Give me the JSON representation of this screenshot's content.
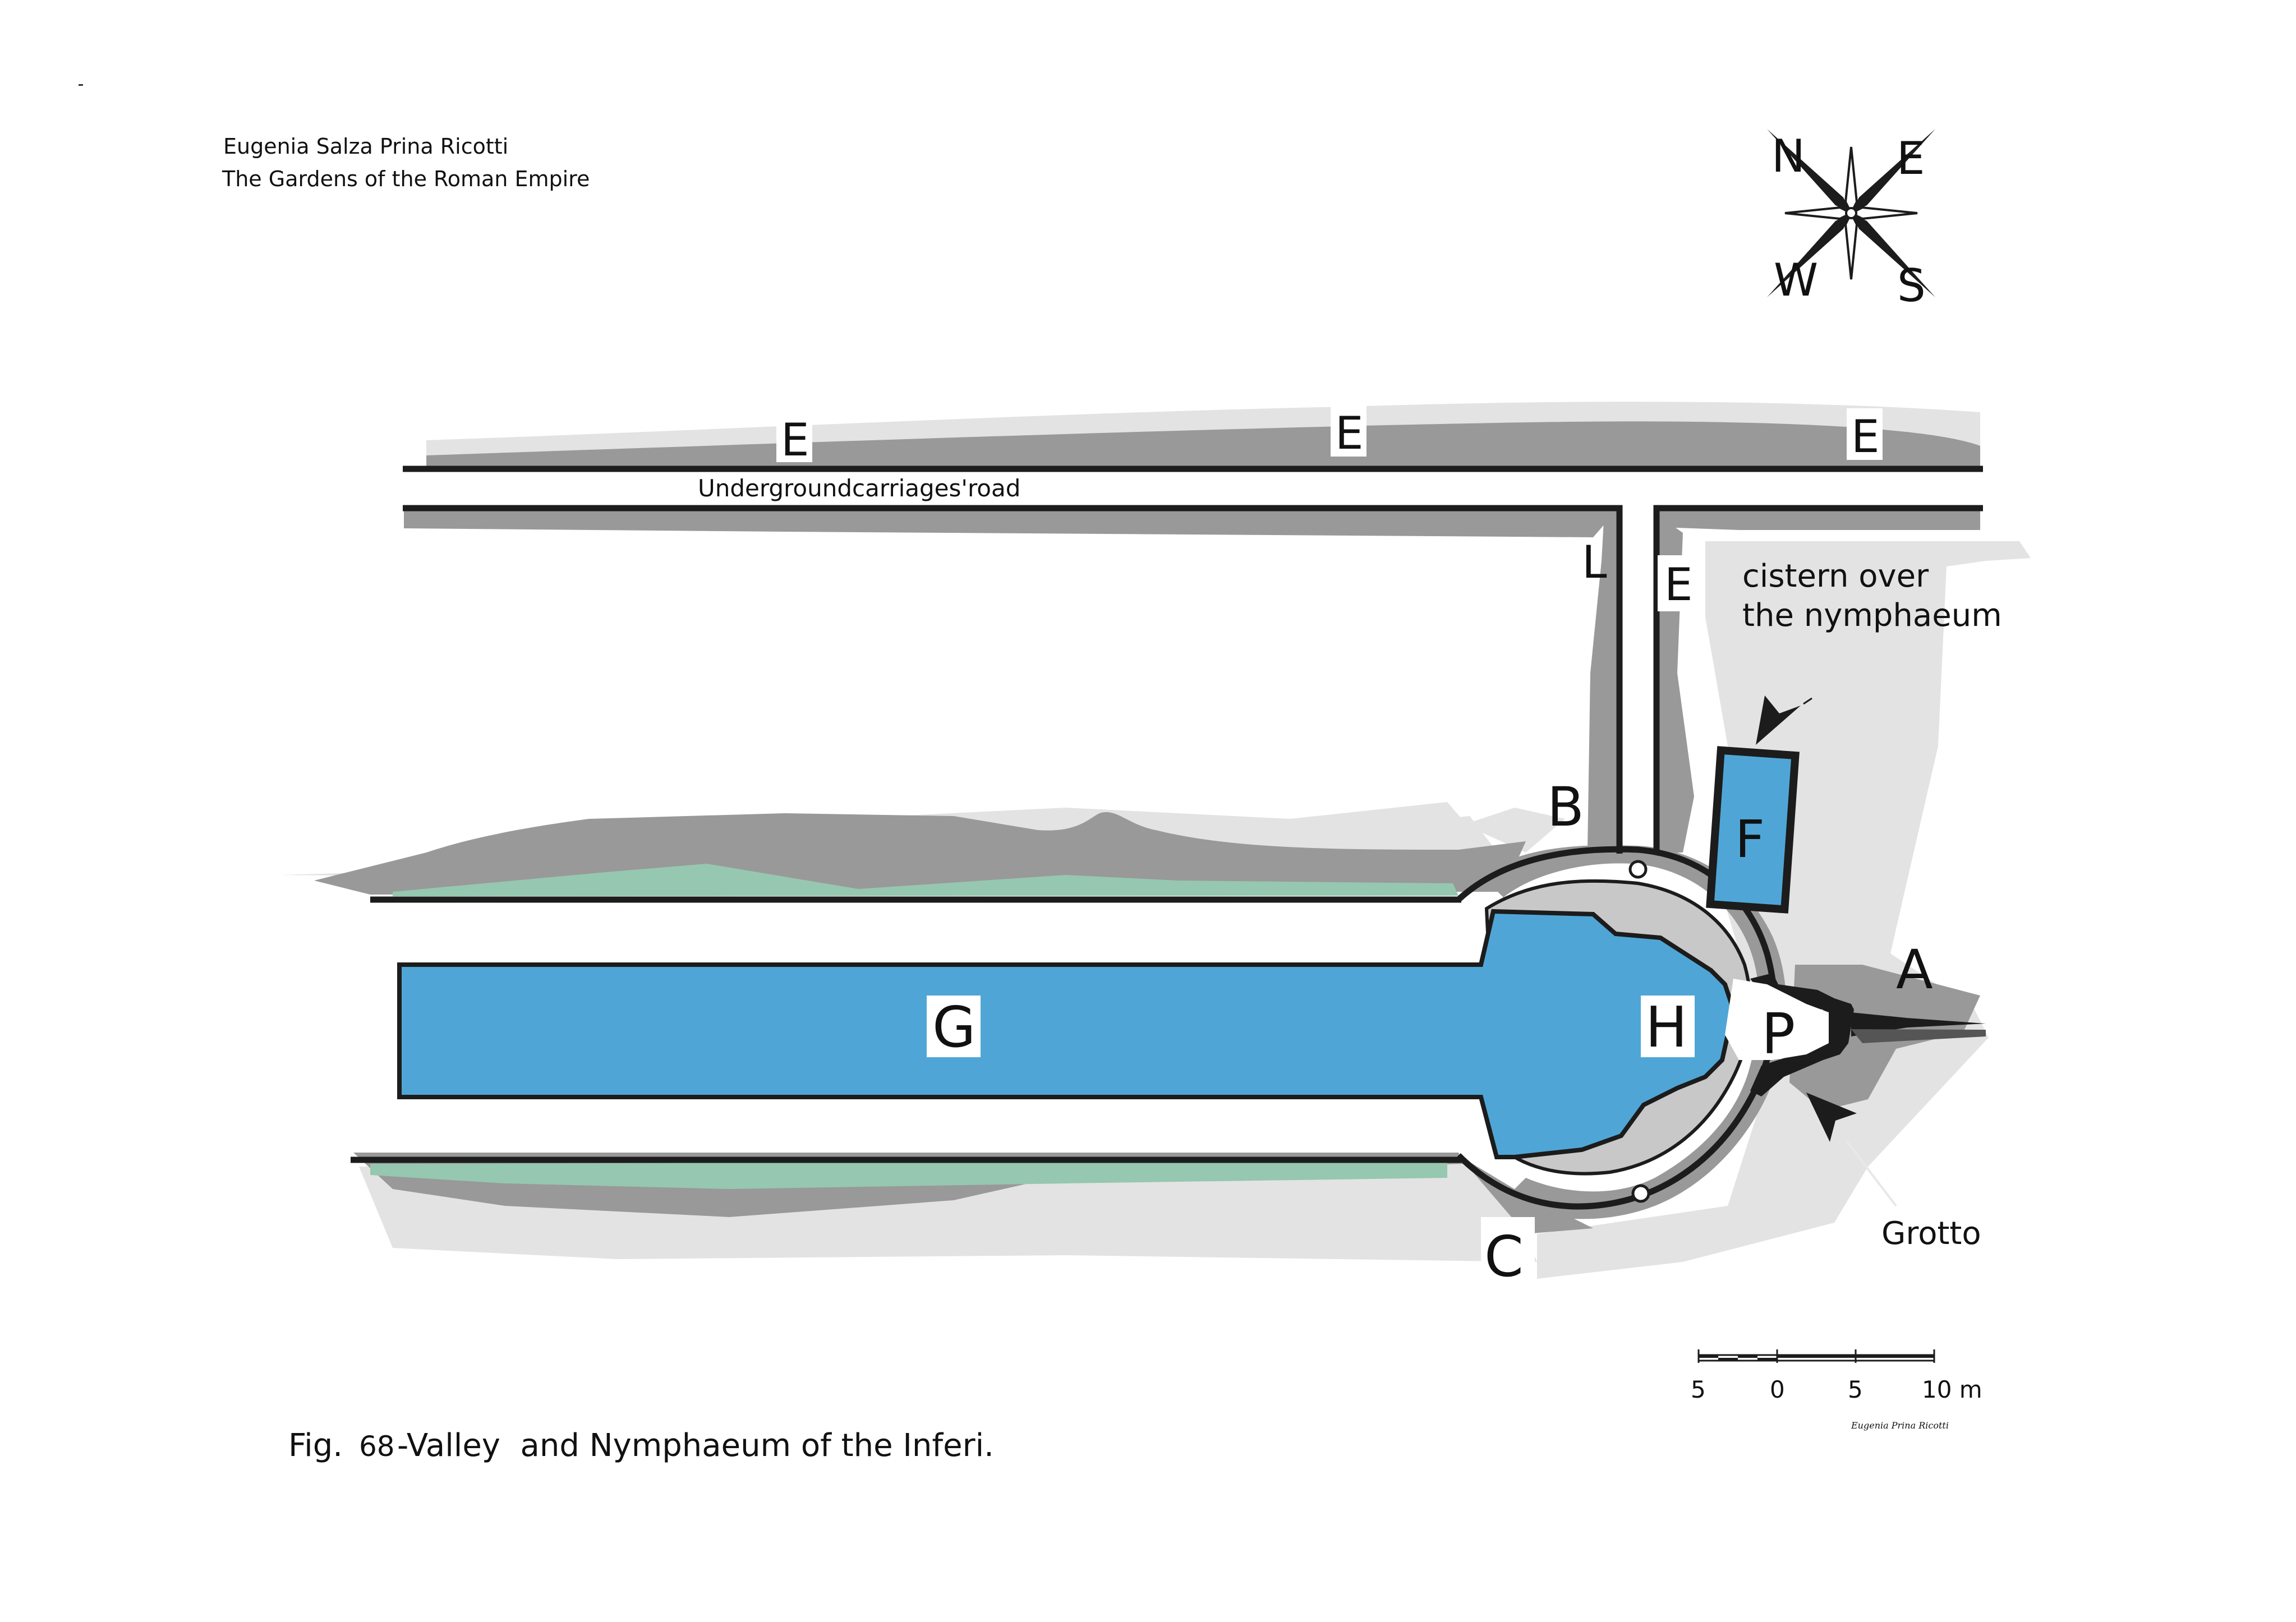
{
  "author": {
    "name": "Eugenia Salza Prina Ricotti",
    "book": "The Gardens of the Roman Empire"
  },
  "compass": {
    "n": "N",
    "e": "E",
    "w": "W",
    "s": "S"
  },
  "labels": {
    "e_top_1": "E",
    "e_top_2": "E",
    "e_top_3": "E",
    "road": "Undergroundcarriages'road",
    "l": "L",
    "e_side": "E",
    "cistern_1": "cistern over",
    "cistern_2": "the nymphaeum",
    "f": "F",
    "b": "B",
    "a": "A",
    "g": "G",
    "h": "H",
    "p": "P",
    "c": "C",
    "grotto": "Grotto"
  },
  "scale": {
    "ticks": [
      "5",
      "0",
      "5",
      "10 m"
    ],
    "signature": "Eugenia Prina Ricotti"
  },
  "caption": {
    "fig": "Fig.",
    "number": "68",
    "title": "-Valley  and Nymphaeum of the Inferi."
  },
  "colors": {
    "water": "#4fa6d6",
    "wall_dark": "#999999",
    "wall_light": "#e3e3e3",
    "green": "#96c7b0",
    "ink": "#1c1c1c"
  }
}
